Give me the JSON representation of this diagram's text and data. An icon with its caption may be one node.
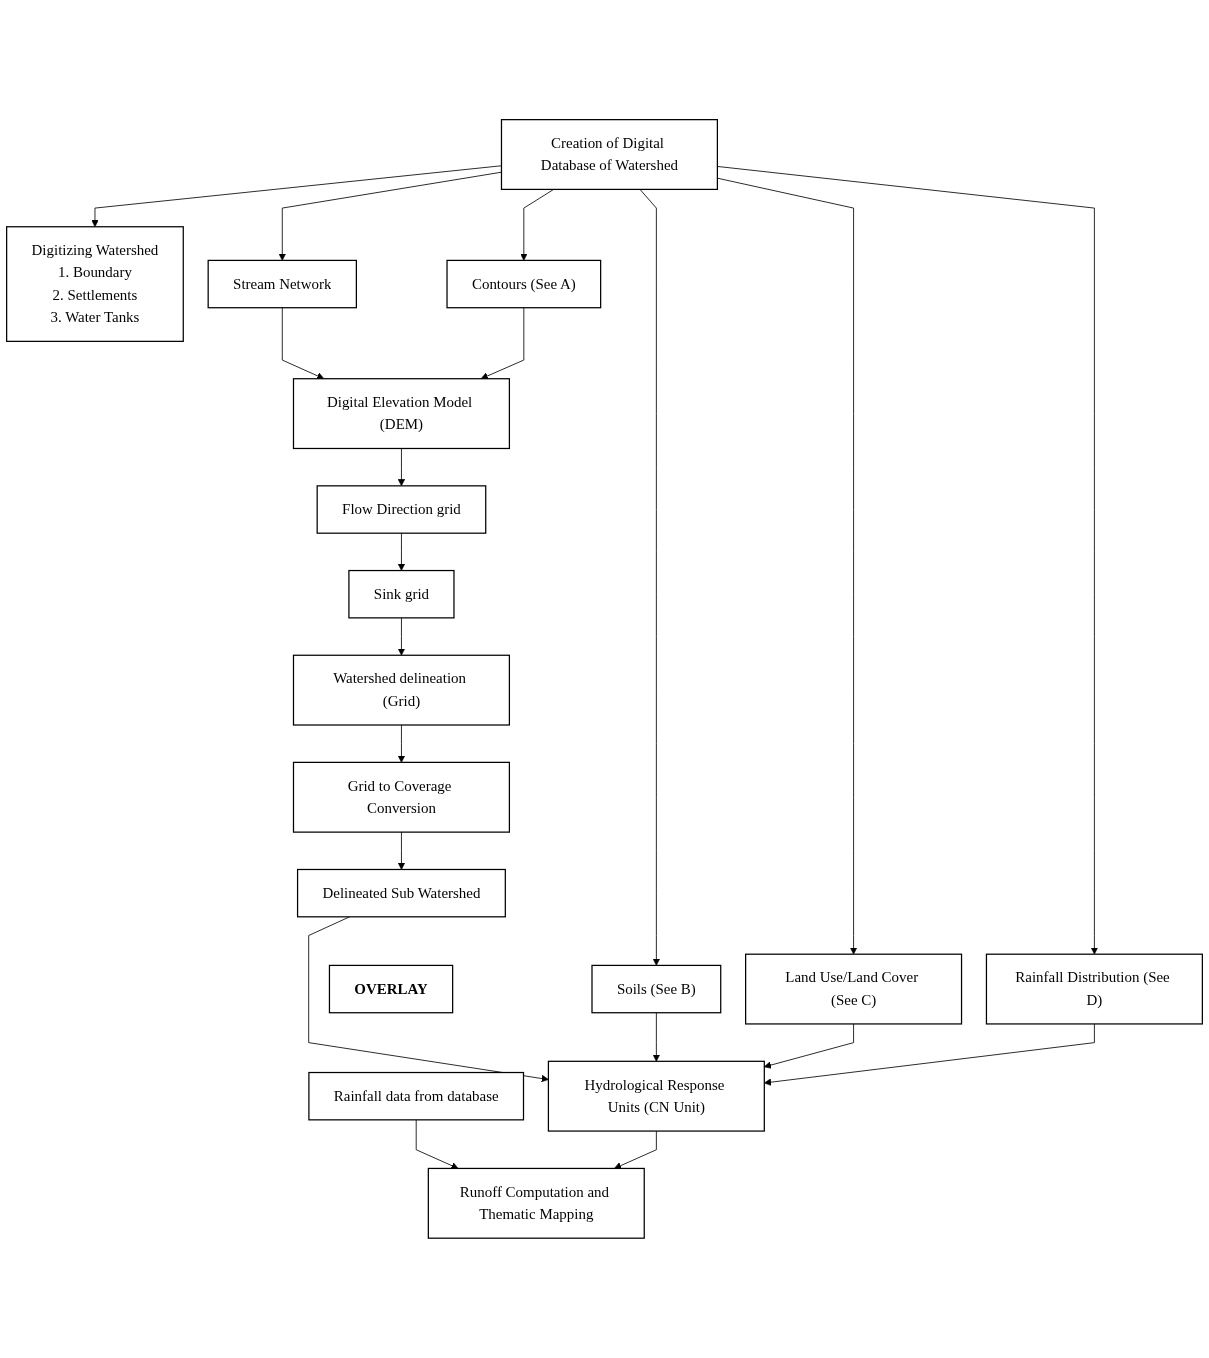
{
  "diagram": {
    "nodes": [
      {
        "text": [
          "Creation of Digital Database of Watershed"
        ]
      },
      {
        "text": [
          "Digitizing Watershed",
          "1. Boundary",
          "2. Settlements",
          "3. Water Tanks"
        ]
      },
      {
        "text": [
          "Stream Network"
        ]
      },
      {
        "text": [
          "Contours (See A)"
        ]
      },
      {
        "text": [
          "Soils (See B)"
        ]
      },
      {
        "text": [
          "Land Use/Land Cover (See C)"
        ]
      },
      {
        "text": [
          "Rainfall Distribution (See D)"
        ]
      },
      {
        "text": [
          "Digital Elevation Model (DEM)"
        ]
      },
      {
        "text": [
          "Flow Direction grid"
        ]
      },
      {
        "text": [
          "Sink grid"
        ]
      },
      {
        "text": [
          "Watershed delineation (Grid)"
        ]
      },
      {
        "text": [
          "Grid to Coverage Conversion"
        ]
      },
      {
        "text": [
          "Delineated Sub Watershed"
        ]
      },
      {
        "text": [
          "OVERLAY"
        ]
      },
      {
        "text": [
          "Hydrological Response Units (CN Unit)"
        ]
      },
      {
        "text": [
          "Rainfall data from database"
        ]
      },
      {
        "text": [
          "Runoff Computation and Thematic Mapping"
        ]
      }
    ],
    "edges": [
      {
        "from": 0,
        "to": 1,
        "arrow": "to"
      },
      {
        "from": 0,
        "to": 2,
        "arrow": "to"
      },
      {
        "from": 0,
        "to": 3,
        "arrow": "to"
      },
      {
        "from": 0,
        "to": 4,
        "arrow": "to"
      },
      {
        "from": 0,
        "to": 5,
        "arrow": "to"
      },
      {
        "from": 0,
        "to": 6,
        "arrow": "to"
      },
      {
        "from": 2,
        "to": 7,
        "arrow": "to"
      },
      {
        "from": 3,
        "to": 7,
        "arrow": "to"
      },
      {
        "from": 7,
        "to": 8,
        "arrow": "to"
      },
      {
        "from": 8,
        "to": 9,
        "arrow": "to"
      },
      {
        "from": 9,
        "to": 10,
        "arrow": "to"
      },
      {
        "from": 10,
        "to": 11,
        "arrow": "to"
      },
      {
        "from": 11,
        "to": 12,
        "arrow": "to"
      },
      {
        "from": 12,
        "to": 14,
        "arrow": "to"
      },
      {
        "from": 4,
        "to": 14,
        "arrow": "to"
      },
      {
        "from": 5,
        "to": 14,
        "arrow": "to"
      },
      {
        "from": 6,
        "to": 14,
        "arrow": "to"
      },
      {
        "from": 14,
        "to": 16,
        "arrow": "to"
      },
      {
        "from": 15,
        "to": 16,
        "arrow": "to"
      }
    ]
  }
}
